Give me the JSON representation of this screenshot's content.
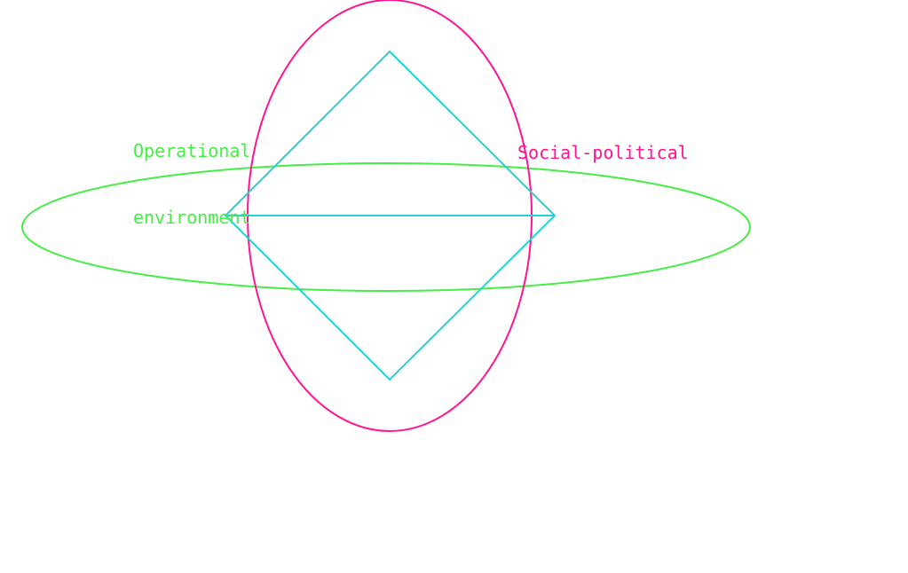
{
  "diagram": {
    "title": "",
    "shapes": [
      {
        "id": "social-political-ellipse",
        "kind": "ellipse",
        "orientation": "vertical",
        "color": "#ff1493"
      },
      {
        "id": "operational-environment-ellipse",
        "kind": "ellipse",
        "orientation": "horizontal",
        "color": "#44ee44"
      },
      {
        "id": "central-diamond",
        "kind": "diamond",
        "color": "#22d3d3"
      },
      {
        "id": "diamond-horizontal-axis",
        "kind": "line",
        "color": "#22d3d3"
      }
    ],
    "labels": {
      "operational_line1": "Operational",
      "operational_line2": "environment",
      "social_political": "Social-political"
    },
    "colors": {
      "operational": "#44ee44",
      "social_political": "#ff1493",
      "diamond": "#22d3d3",
      "background": "#ffffff"
    }
  }
}
